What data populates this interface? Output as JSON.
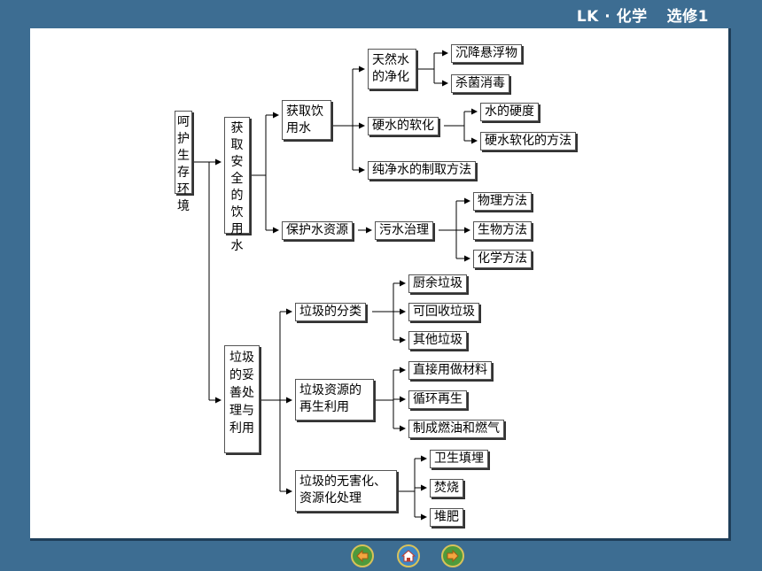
{
  "header": {
    "subject": "LK · 化学",
    "volume": "选修1"
  },
  "diagram": {
    "root": "呵护生存环境",
    "branch1": {
      "label": "获取安全的饮用水",
      "sub1": {
        "label": "获取饮用水",
        "child1": {
          "label": "天然水的净化",
          "items": [
            "沉降悬浮物",
            "杀菌消毒"
          ]
        },
        "child2": {
          "label": "硬水的软化",
          "items": [
            "水的硬度",
            "硬水软化的方法"
          ]
        },
        "child3": {
          "label": "纯净水的制取方法"
        }
      },
      "sub2": {
        "label": "保护水资源",
        "child": {
          "label": "污水治理",
          "items": [
            "物理方法",
            "生物方法",
            "化学方法"
          ]
        }
      }
    },
    "branch2": {
      "label": "垃圾的妥善处理与利用",
      "sub1": {
        "label": "垃圾的分类",
        "items": [
          "厨余垃圾",
          "可回收垃圾",
          "其他垃圾"
        ]
      },
      "sub2": {
        "label": "垃圾资源的再生利用",
        "items": [
          "直接用做材料",
          "循环再生",
          "制成燃油和燃气"
        ]
      },
      "sub3": {
        "label": "垃圾的无害化、资源化处理",
        "items": [
          "卫生填埋",
          "焚烧",
          "堆肥"
        ]
      }
    }
  },
  "nav": {
    "buttons": [
      "back-icon",
      "home-icon",
      "forward-icon"
    ]
  }
}
